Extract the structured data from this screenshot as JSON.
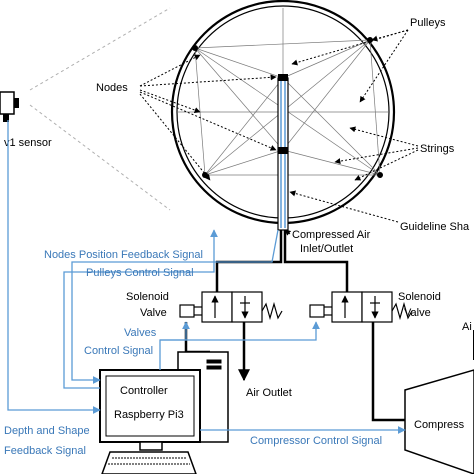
{
  "labels": {
    "sensor": "v1 sensor",
    "nodes": "Nodes",
    "pulleys": "Pulleys",
    "strings": "Strings",
    "guideline": "Guideline Sha",
    "air_inlet_1": "Compressed Air",
    "air_inlet_2": "Inlet/Outlet",
    "solenoid_left_1": "Solenoid",
    "solenoid_left_2": "Valve",
    "solenoid_right_1": "Solenoid",
    "solenoid_right_2": "Valve",
    "controller_1": "Controller",
    "controller_2": "Raspberry Pi3",
    "air_outlet": "Air Outlet",
    "compressor": "Compress",
    "air_right": "Ai"
  },
  "signals": {
    "nodes_feedback": "Nodes Position Feedback Signal",
    "pulleys_control": "Pulleys Control Signal",
    "valves_1": "Valves",
    "valves_2": "Control Signal",
    "depth_1": "Depth and Shape",
    "depth_2": "Feedback Signal",
    "compressor_control": "Compressor Control Signal"
  },
  "colors": {
    "line": "#000000",
    "signal": "#5b9bd5",
    "signal_text": "#3a78b8",
    "dashed": "#b0b0b0"
  }
}
